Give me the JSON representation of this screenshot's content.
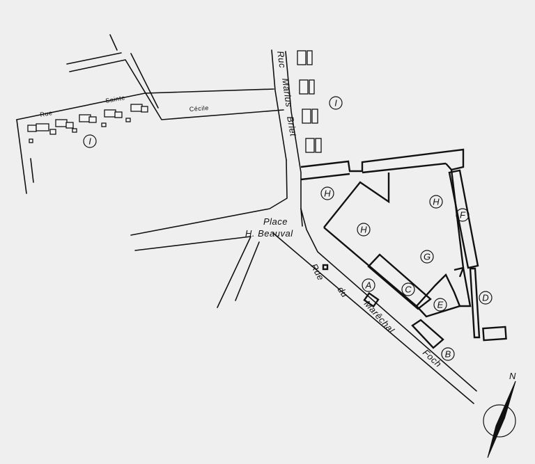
{
  "streets": {
    "rue_marius_briet": [
      "Ruc",
      "Marius",
      "Briet"
    ],
    "rue_sainte_cecile": [
      "Rue",
      "Sainte",
      "Cécile"
    ],
    "place": [
      "Place",
      "H. Beauval"
    ],
    "rue_marechal_foch": [
      "Rue",
      "du",
      "Marêchal",
      "Foch"
    ]
  },
  "zones": {
    "A": "A",
    "B": "B",
    "C": "C",
    "D": "D",
    "E": "E",
    "F": "F",
    "G": "G",
    "H": "H",
    "I": "I"
  },
  "compass": {
    "label": "N"
  }
}
